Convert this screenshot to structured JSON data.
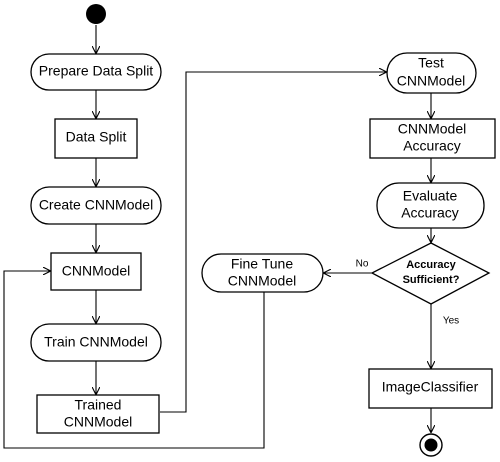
{
  "nodes": {
    "prepare_data_split": [
      "Prepare Data Split"
    ],
    "data_split": [
      "Data Split"
    ],
    "create_cnnmodel": [
      "Create CNNModel"
    ],
    "cnnmodel": [
      "CNNModel"
    ],
    "train_cnnmodel": [
      "Train CNNModel"
    ],
    "trained_cnnmodel": [
      "Trained",
      "CNNModel"
    ],
    "test_cnnmodel": [
      "Test",
      "CNNModel"
    ],
    "cnnmodel_accuracy": [
      "CNNModel",
      "Accuracy"
    ],
    "evaluate_accuracy": [
      "Evaluate",
      "Accuracy"
    ],
    "accuracy_sufficient": [
      "Accuracy",
      "Sufficient?"
    ],
    "fine_tune_cnnmodel": [
      "Fine Tune",
      "CNNModel"
    ],
    "imageclassifier": [
      "ImageClassifier"
    ]
  },
  "guards": {
    "no": "No",
    "yes": "Yes"
  }
}
